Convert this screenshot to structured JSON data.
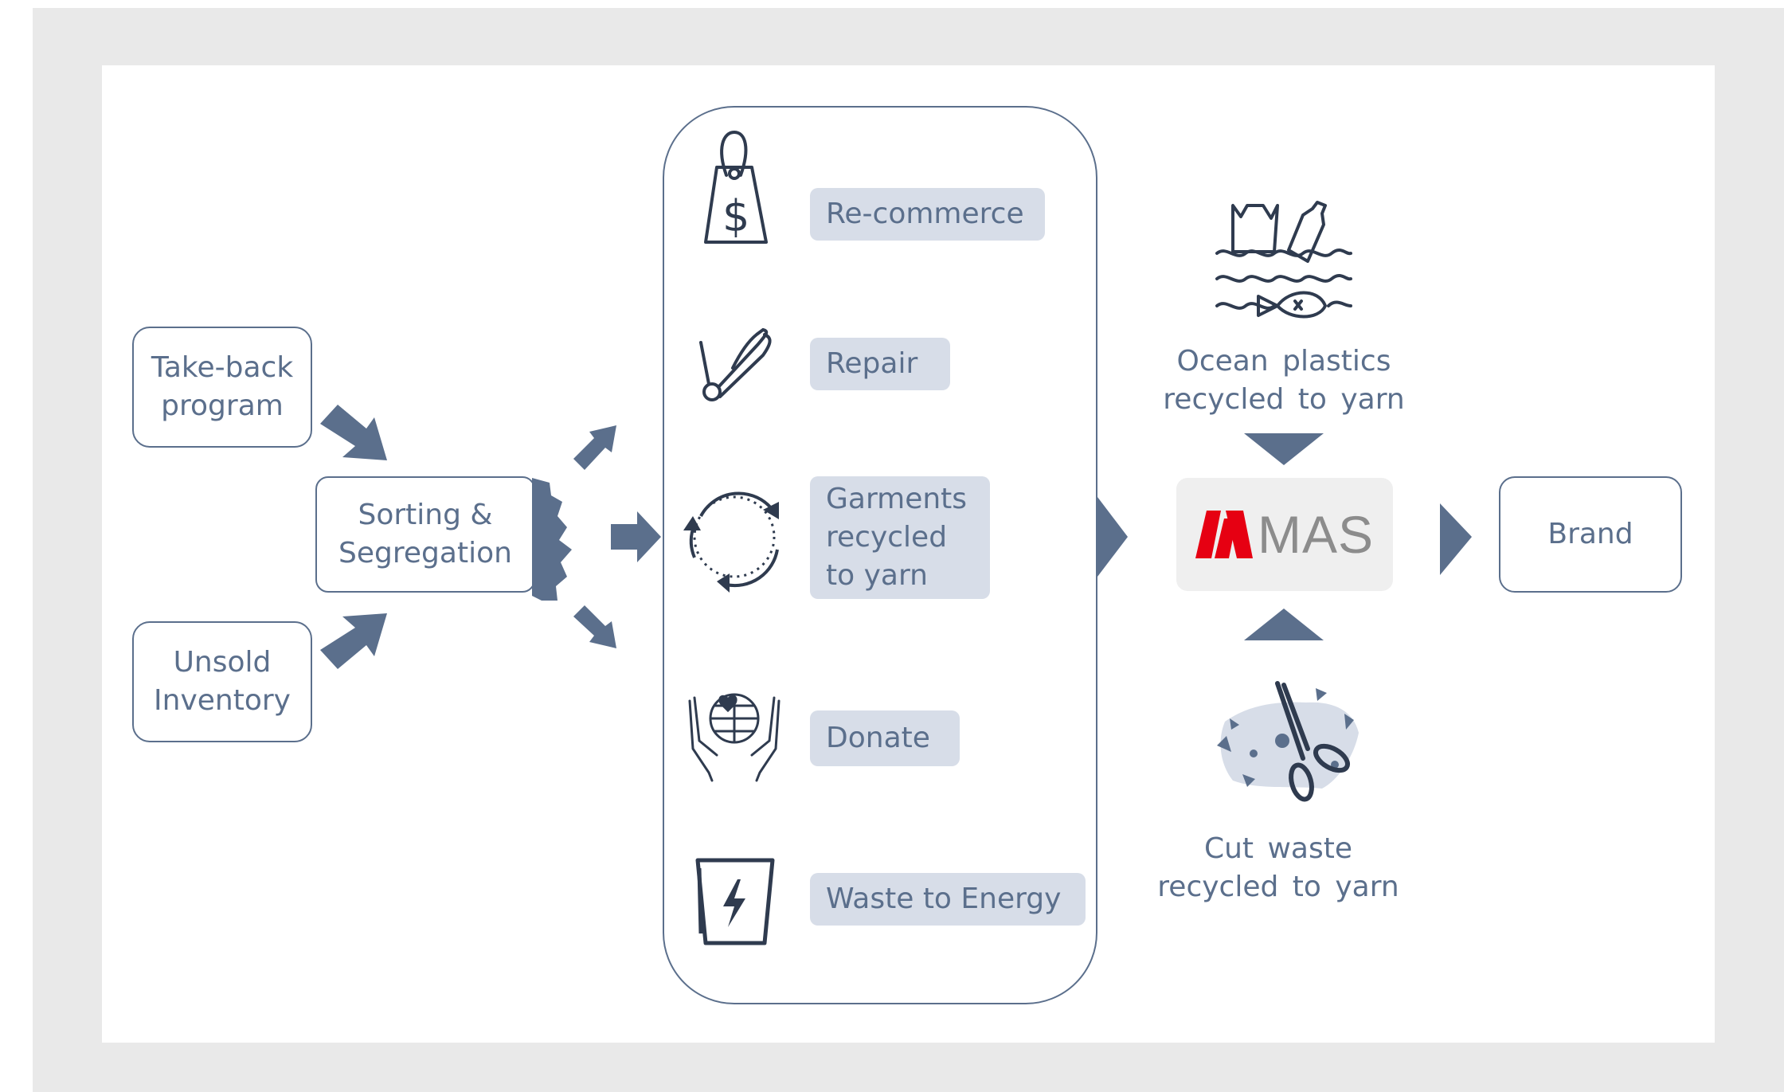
{
  "colors": {
    "primary": "#5b6f8c",
    "pill": "#d7dde8",
    "logo_red": "#e60012",
    "logo_grey": "#8c8c8c",
    "frame": "#e9e9e9"
  },
  "inputs": {
    "takeback": "Take-back\nprogram",
    "unsold": "Unsold\nInventory"
  },
  "sorting": "Sorting  &\nSegregation",
  "options": {
    "recommerce": "Re-commerce",
    "repair": "Repair",
    "garments": "Garments\nrecycled\nto yarn",
    "donate": "Donate",
    "energy": "Waste  to  Energy"
  },
  "sources": {
    "ocean": "Ocean  plastics\nrecycled  to yarn",
    "cutwaste": "Cut waste\nrecycled  to yarn"
  },
  "logo": "MAS",
  "brand": "Brand",
  "icons": [
    "price-tag-dollar-icon",
    "safety-pin-icon",
    "recycle-circle-icon",
    "hands-heart-globe-icon",
    "energy-bin-icon",
    "ocean-plastic-icon",
    "scissors-fabric-icon",
    "mas-logo",
    "gear-icon"
  ]
}
